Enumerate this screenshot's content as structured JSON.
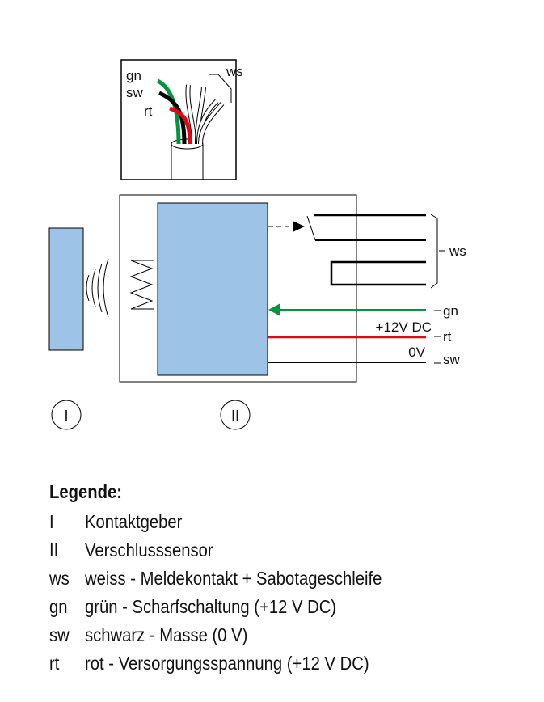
{
  "cable_detail": {
    "labels": {
      "gn": "gn",
      "sw": "sw",
      "rt": "rt",
      "ws": "ws"
    }
  },
  "wiring": {
    "ws": "ws",
    "gn": "gn",
    "rt": "rt",
    "sw": "sw",
    "voltage_plus": "+12V DC",
    "voltage_zero": "0V"
  },
  "markers": {
    "one": "I",
    "two": "II"
  },
  "colors": {
    "blue": "#9dc3e6",
    "green": "#00963f",
    "red": "#e30613",
    "black": "#000000"
  },
  "legend": {
    "title": "Legende:",
    "items": [
      {
        "abbr": "I",
        "text": "Kontaktgeber"
      },
      {
        "abbr": "II",
        "text": "Verschlusssensor"
      },
      {
        "abbr": "ws",
        "text": "weiss - Meldekontakt + Sabotageschleife"
      },
      {
        "abbr": "gn",
        "text": "grün - Scharfschaltung (+12 V DC)"
      },
      {
        "abbr": "sw",
        "text": "schwarz - Masse (0 V)"
      },
      {
        "abbr": "rt",
        "text": "rot - Versorgungsspannung (+12 V DC)"
      }
    ]
  }
}
